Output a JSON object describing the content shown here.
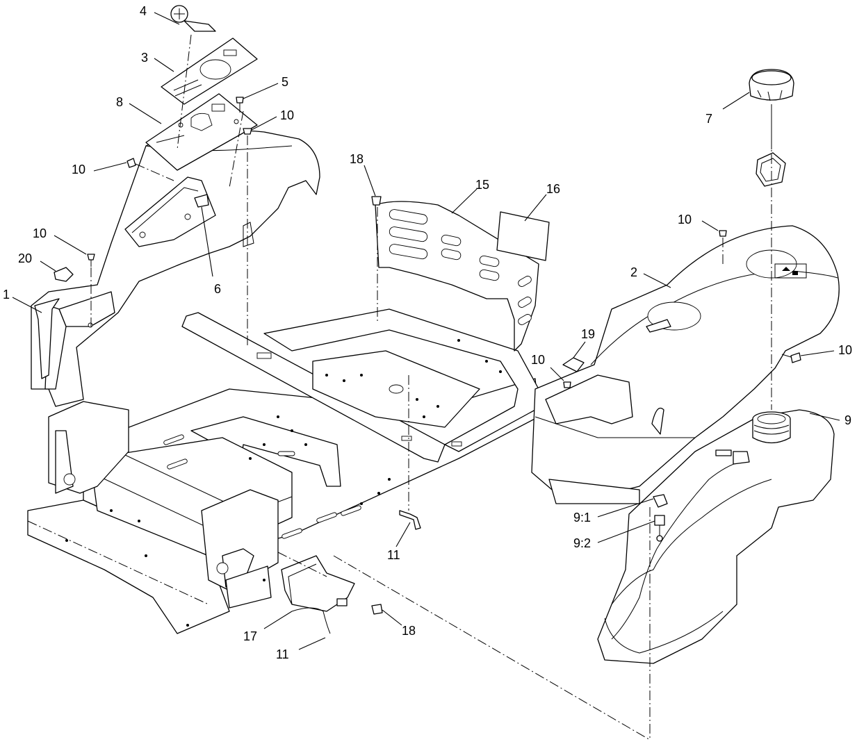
{
  "callouts": [
    {
      "id": "c-4",
      "label": "4"
    },
    {
      "id": "c-3",
      "label": "3"
    },
    {
      "id": "c-5",
      "label": "5"
    },
    {
      "id": "c-8",
      "label": "8"
    },
    {
      "id": "c-10a",
      "label": "10"
    },
    {
      "id": "c-10b",
      "label": "10"
    },
    {
      "id": "c-10c",
      "label": "10"
    },
    {
      "id": "c-20",
      "label": "20"
    },
    {
      "id": "c-1",
      "label": "1"
    },
    {
      "id": "c-6",
      "label": "6"
    },
    {
      "id": "c-18a",
      "label": "18"
    },
    {
      "id": "c-15",
      "label": "15"
    },
    {
      "id": "c-16",
      "label": "16"
    },
    {
      "id": "c-7",
      "label": "7"
    },
    {
      "id": "c-10d",
      "label": "10"
    },
    {
      "id": "c-2",
      "label": "2"
    },
    {
      "id": "c-19",
      "label": "19"
    },
    {
      "id": "c-10e",
      "label": "10"
    },
    {
      "id": "c-10f",
      "label": "10"
    },
    {
      "id": "c-9",
      "label": "9"
    },
    {
      "id": "c-9-1",
      "label": "9:1"
    },
    {
      "id": "c-9-2",
      "label": "9:2"
    },
    {
      "id": "c-11a",
      "label": "11"
    },
    {
      "id": "c-17",
      "label": "17"
    },
    {
      "id": "c-18b",
      "label": "18"
    },
    {
      "id": "c-11b",
      "label": "11"
    }
  ]
}
